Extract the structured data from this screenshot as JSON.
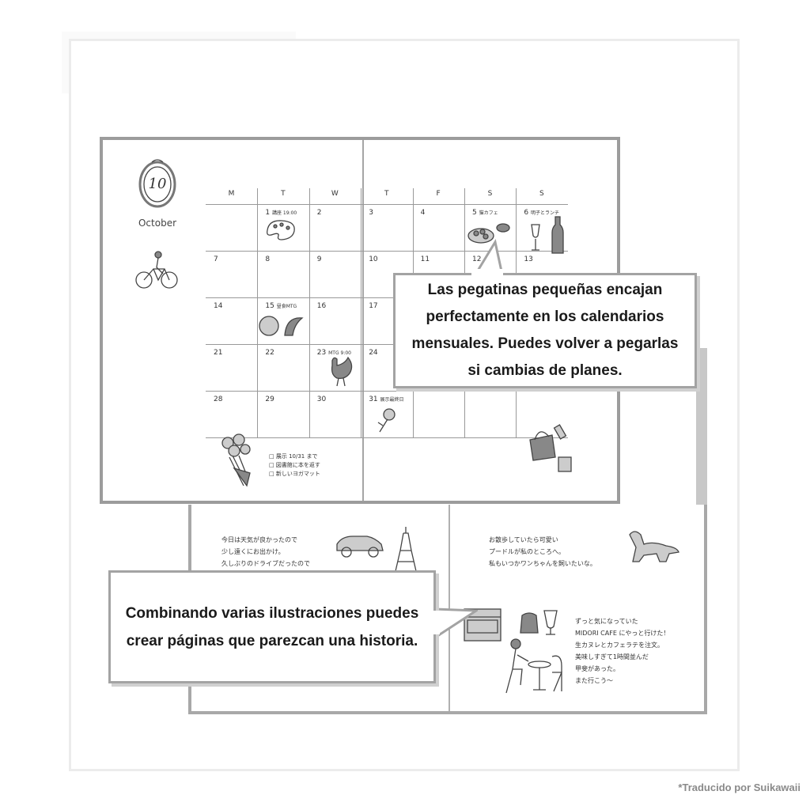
{
  "calendar": {
    "month_number": "10",
    "month_name": "October",
    "weekdays": [
      "M",
      "T",
      "W",
      "T",
      "F",
      "S",
      "S"
    ],
    "weeks": [
      [
        {
          "d": ""
        },
        {
          "d": "1",
          "n": "講座 19:00"
        },
        {
          "d": "2"
        },
        {
          "d": "3"
        },
        {
          "d": "4"
        },
        {
          "d": "5",
          "n": "猫カフェ"
        },
        {
          "d": "6",
          "n": "明子とランチ"
        }
      ],
      [
        {
          "d": "7"
        },
        {
          "d": "8"
        },
        {
          "d": "9"
        },
        {
          "d": "10"
        },
        {
          "d": "11"
        },
        {
          "d": "12"
        },
        {
          "d": "13"
        }
      ],
      [
        {
          "d": "14"
        },
        {
          "d": "15",
          "n": "昼食MTG"
        },
        {
          "d": "16"
        },
        {
          "d": "17"
        },
        {
          "d": ""
        },
        {
          "d": ""
        },
        {
          "d": ""
        }
      ],
      [
        {
          "d": "21"
        },
        {
          "d": "22"
        },
        {
          "d": "23",
          "n": "MTG 9:00"
        },
        {
          "d": "24"
        },
        {
          "d": ""
        },
        {
          "d": ""
        },
        {
          "d": ""
        }
      ],
      [
        {
          "d": "28"
        },
        {
          "d": "29"
        },
        {
          "d": "30"
        },
        {
          "d": "31",
          "n": "展示最終日"
        },
        {
          "d": ""
        },
        {
          "d": ""
        },
        {
          "d": ""
        }
      ]
    ],
    "memo": [
      "□ 展示 10/31 まで",
      "□ 図書館に本を返す",
      "□ 新しいヨガマット"
    ]
  },
  "diary": {
    "left_text": "今日は天気が良かったので\n少し遠くにお出かけ。\n久しぶりのドライブだったので",
    "right_text_top": "お散歩していたら可愛い\nプードルが私のところへ。\n私もいつかワンちゃんを飼いたいな。",
    "right_text_bottom": "ずっと気になっていた\nMIDORI CAFE にやっと行けた！\n生カヌレとカフェラテを注文。\n美味しすぎて1時間並んだ\n甲斐があった。\nまた行こう〜"
  },
  "callouts": {
    "stickers": "Las pegatinas pequeñas encajan perfectamente en los calendarios mensuales. Puedes volver a pegarlas si cambias de planes.",
    "story": "Combinando varias ilustraciones puedes crear páginas que parezcan una historia."
  },
  "credit": "*Traducido por Suikawaii"
}
